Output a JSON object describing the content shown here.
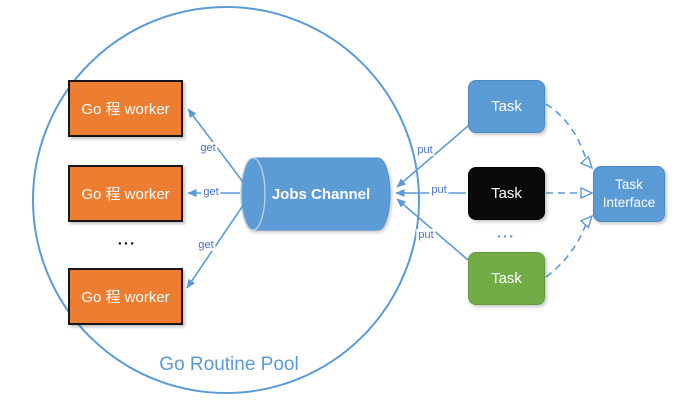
{
  "pool": {
    "title": "Go Routine Pool",
    "workers": [
      {
        "label": "Go 程 worker"
      },
      {
        "label": "Go 程 worker"
      },
      {
        "label": "Go 程 worker"
      }
    ],
    "workers_ellipsis": "...",
    "channel_label": "Jobs Channel",
    "get_labels": [
      "get",
      "get",
      "get"
    ]
  },
  "tasks": {
    "items": [
      {
        "label": "Task",
        "color": "#5b9bd5"
      },
      {
        "label": "Task",
        "color": "#0a0a0a"
      },
      {
        "label": "Task",
        "color": "#70ad47"
      }
    ],
    "ellipsis": "...",
    "put_labels": [
      "put",
      "put",
      "put"
    ]
  },
  "interface": {
    "label": "Task Interface"
  },
  "colors": {
    "accent_blue": "#5b9bd5",
    "worker_orange": "#ed7d31",
    "task_green": "#70ad47",
    "task_black": "#0a0a0a",
    "connector_blue": "#5b9bd5",
    "edge_label_blue": "#4472c4",
    "title_blue": "#5b9bd5"
  }
}
